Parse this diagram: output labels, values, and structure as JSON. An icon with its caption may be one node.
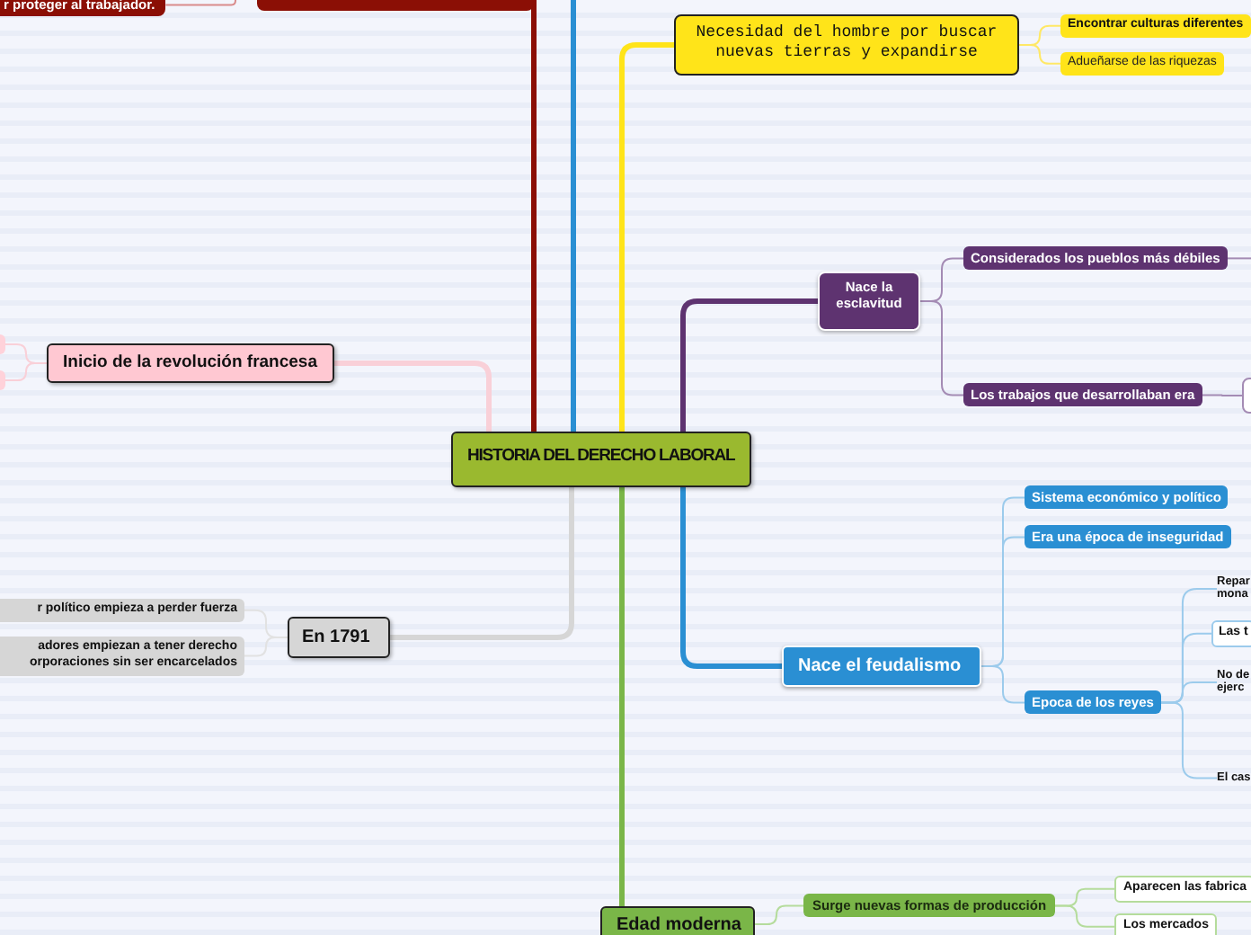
{
  "diagram": {
    "nodes": [
      {
        "text": [
          "HISTORIA DEL DERECHO LABORAL"
        ]
      },
      {
        "text": [],
        "shape": "box"
      },
      {
        "text": [
          "r proteger al trabajador."
        ]
      },
      {
        "text": [
          "Necesidad del hombre por buscar nuevas tierras y expandirse"
        ]
      },
      {
        "text": [
          "Encontrar culturas diferentes"
        ]
      },
      {
        "text": [
          "Adueñarse de las riquezas"
        ]
      },
      {
        "text": [
          "Nace la esclavitud"
        ]
      },
      {
        "text": [
          "Considerados los pueblos más débiles"
        ]
      },
      {
        "text": [
          "Los trabajos que desarrollaban era"
        ]
      },
      {
        "text": [],
        "shape": "box"
      },
      {
        "text": [
          "Inicio de la revolución francesa"
        ]
      },
      {
        "text": [],
        "shape": "box"
      },
      {
        "text": [],
        "shape": "box"
      },
      {
        "text": [
          "En 1791"
        ]
      },
      {
        "text": [
          "r político empieza a perder fuerza"
        ]
      },
      {
        "text": [
          "adores empiezan a tener derecho orporaciones sin ser encarcelados"
        ]
      },
      {
        "text": [
          "Nace el feudalismo"
        ]
      },
      {
        "text": [
          "Sistema económico y político"
        ]
      },
      {
        "text": [
          "Era una época de inseguridad"
        ]
      },
      {
        "text": [
          "Epoca de los reyes"
        ]
      },
      {
        "text": [
          "Repar mona"
        ]
      },
      {
        "text": [
          "Las t"
        ]
      },
      {
        "text": [
          "No de ejerc"
        ]
      },
      {
        "text": [
          "El cas"
        ]
      },
      {
        "text": [
          "Edad moderna"
        ]
      },
      {
        "text": [
          "Surge nuevas formas de producción"
        ]
      },
      {
        "text": [
          "Aparecen las fabrica"
        ]
      },
      {
        "text": [
          "Los mercados"
        ]
      }
    ],
    "edges": [
      {
        "from": 0,
        "to": 1,
        "arrow": "none",
        "style": "thick",
        "color": "#8b0f05"
      },
      {
        "from": 1,
        "to": 2,
        "arrow": "none",
        "color": "#d98b8b"
      },
      {
        "from": 0,
        "to": null,
        "arrow": "none",
        "style": "thick",
        "color": "#2a8fd3"
      },
      {
        "from": 0,
        "to": 3,
        "arrow": "none",
        "style": "thick",
        "color": "#ffe419"
      },
      {
        "from": 3,
        "to": 4,
        "arrow": "none",
        "color": "#ffe866"
      },
      {
        "from": 3,
        "to": 5,
        "arrow": "none",
        "color": "#ffe866"
      },
      {
        "from": 0,
        "to": 6,
        "arrow": "none",
        "style": "thick",
        "color": "#5e3370"
      },
      {
        "from": 6,
        "to": 7,
        "arrow": "none",
        "color": "#a48bb4"
      },
      {
        "from": 6,
        "to": 8,
        "arrow": "none",
        "color": "#a48bb4"
      },
      {
        "from": 7,
        "to": null,
        "arrow": "none",
        "color": "#a48bb4"
      },
      {
        "from": 8,
        "to": 9,
        "arrow": "none",
        "color": "#a48bb4"
      },
      {
        "from": 0,
        "to": 10,
        "arrow": "none",
        "style": "thick",
        "color": "#f9d0d8"
      },
      {
        "from": 10,
        "to": 11,
        "arrow": "none",
        "color": "#f9d0d8"
      },
      {
        "from": 10,
        "to": 12,
        "arrow": "none",
        "color": "#f9d0d8"
      },
      {
        "from": 0,
        "to": 13,
        "arrow": "none",
        "style": "thick",
        "color": "#d6d6d6"
      },
      {
        "from": 13,
        "to": 14,
        "arrow": "none",
        "color": "#e2e2e2"
      },
      {
        "from": 13,
        "to": 15,
        "arrow": "none",
        "color": "#e2e2e2"
      },
      {
        "from": 0,
        "to": 16,
        "arrow": "none",
        "style": "thick",
        "color": "#2a8fd3"
      },
      {
        "from": 16,
        "to": 17,
        "arrow": "none",
        "color": "#9ccbec"
      },
      {
        "from": 16,
        "to": 18,
        "arrow": "none",
        "color": "#9ccbec"
      },
      {
        "from": 16,
        "to": 19,
        "arrow": "none",
        "color": "#9ccbec"
      },
      {
        "from": 19,
        "to": 20,
        "arrow": "none",
        "color": "#9ccbec"
      },
      {
        "from": 19,
        "to": 21,
        "arrow": "none",
        "color": "#9ccbec"
      },
      {
        "from": 19,
        "to": 22,
        "arrow": "none",
        "color": "#9ccbec"
      },
      {
        "from": 19,
        "to": 23,
        "arrow": "none",
        "color": "#9ccbec"
      },
      {
        "from": 0,
        "to": 24,
        "arrow": "none",
        "style": "thick",
        "color": "#7ab648"
      },
      {
        "from": 24,
        "to": 25,
        "arrow": "none",
        "color": "#b5dc9c"
      },
      {
        "from": 25,
        "to": 26,
        "arrow": "none",
        "color": "#b5dc9c"
      },
      {
        "from": 25,
        "to": 27,
        "arrow": "none",
        "color": "#b5dc9c"
      }
    ]
  }
}
